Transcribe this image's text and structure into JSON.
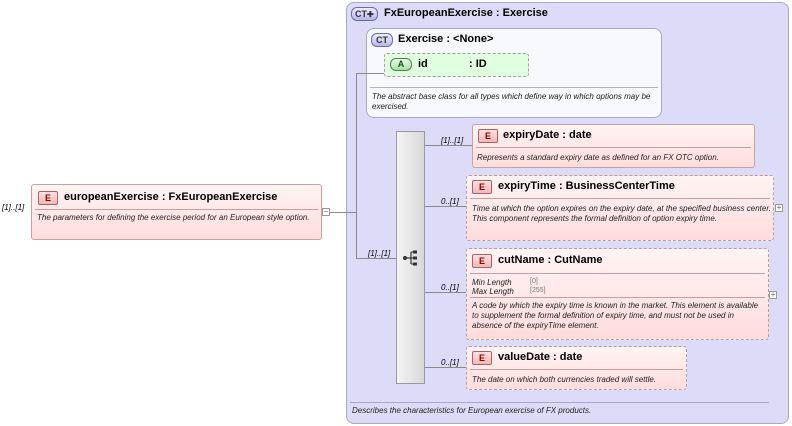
{
  "root": {
    "multiplicity": "[1]..[1]",
    "badge": "E",
    "title": "europeanExercise : FxEuropeanExercise",
    "doc": "The parameters for defining the exercise period for an European style option."
  },
  "complex_type": {
    "badge": "CT",
    "title": "FxEuropeanExercise : Exercise",
    "doc": "Describes the characteristics for European exercise of FX products.",
    "base": {
      "badge": "CT",
      "title": "Exercise : <None>",
      "attribute": {
        "badge": "A",
        "name": "id",
        "type": ": ID"
      },
      "doc": "The abstract base class for all types which define way in which options may be exercised."
    }
  },
  "sequence": {
    "multiplicity": "[1]..[1]",
    "icon": "sequence-icon"
  },
  "children": [
    {
      "multiplicity": "[1]..[1]",
      "badge": "E",
      "title": "expiryDate : date",
      "doc": "Represents a standard expiry date as defined for an FX OTC option."
    },
    {
      "multiplicity": "0..[1]",
      "badge": "E",
      "title": "expiryTime : BusinessCenterTime",
      "doc": "Time at which the option expires on the expiry date, at the specified business center. This component represents the formal definition of option expiry time."
    },
    {
      "multiplicity": "0..[1]",
      "badge": "E",
      "title": "cutName : CutName",
      "facets": [
        {
          "label": "Min Length",
          "value": "[0]"
        },
        {
          "label": "Max Length",
          "value": "[255]"
        }
      ],
      "doc": "A code by which the expiry time is known in the market. This element is available to supplement the formal definition of expiry time, and must not be used in absence of the expiryTime element."
    },
    {
      "multiplicity": "0..[1]",
      "badge": "E",
      "title": "valueDate : date",
      "doc": "The date on which both currencies traded will settle."
    }
  ],
  "colors": {
    "ct_panel": "#dcdcf8",
    "element_fill": "#ffdcdc",
    "attribute_fill": "#dfffdf"
  }
}
